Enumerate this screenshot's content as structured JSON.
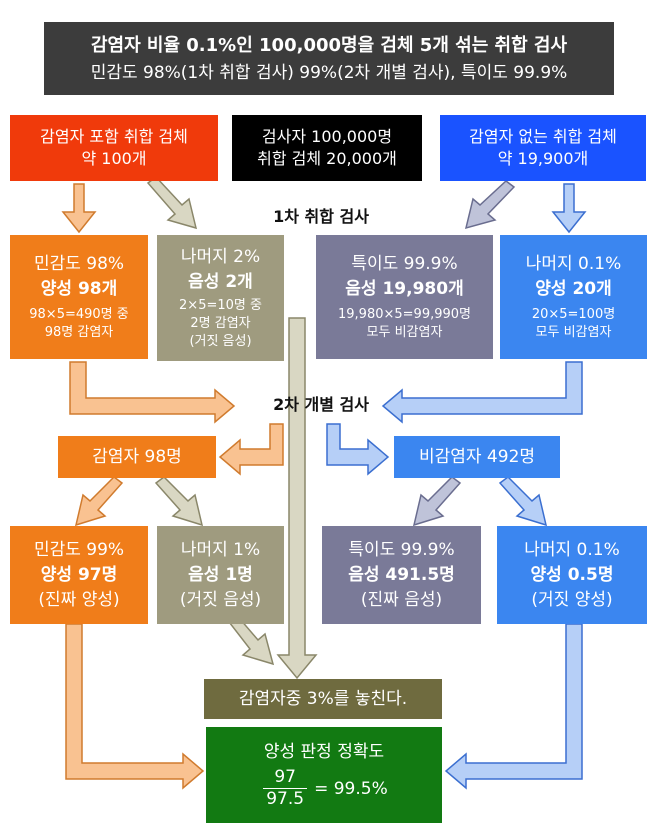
{
  "title": {
    "line1": "감염자 비율 0.1%인 100,000명을 검체 5개 섞는 취합 검사",
    "line2": "민감도 98%(1차 취합 검사) 99%(2차 개별 검사), 특이도 99.9%"
  },
  "top": {
    "infected_pools": [
      "감염자 포함 취합 검체",
      "약 100개"
    ],
    "total": [
      "검사자 100,000명",
      "취합 검체 20,000개"
    ],
    "clean_pools": [
      "감염자 없는 취합 검체",
      "약 19,900개"
    ]
  },
  "stage1_label": "1차 취합 검사",
  "stage1": {
    "sens": [
      "민감도 98%",
      "양성 98개",
      "98×5=490명 중",
      "98명 감염자"
    ],
    "rest2": [
      "나머지 2%",
      "음성 2개",
      "2×5=10명 중",
      "2명 감염자",
      "(거짓 음성)"
    ],
    "spec": [
      "특이도 99.9%",
      "음성 19,980개",
      "19,980×5=99,990명",
      "모두 비감염자"
    ],
    "rest01": [
      "나머지 0.1%",
      "양성 20개",
      "20×5=100명",
      "모두 비감염자"
    ]
  },
  "stage2_label": "2차 개별 검사",
  "stage2": {
    "infected": "감염자 98명",
    "noninfected": "비감염자 492명"
  },
  "stage3": {
    "sens": [
      "민감도 99%",
      "양성 97명",
      "(진짜 양성)"
    ],
    "rest1": [
      "나머지 1%",
      "음성 1명",
      "(거짓 음성)"
    ],
    "spec": [
      "특이도 99.9%",
      "음성 491.5명",
      "(진짜 음성)"
    ],
    "rest01": [
      "나머지 0.1%",
      "양성 0.5명",
      "(거짓 양성)"
    ]
  },
  "miss": "감염자중 3%를 놓친다.",
  "accuracy": {
    "label": "양성 판정 정확도",
    "numerator": "97",
    "denominator": "97.5",
    "result": "= 99.5%"
  },
  "colors": {
    "orange": "#f07d1a",
    "red": "#f03a0b",
    "blue": "#1a53ff",
    "light_blue": "#3b86f0",
    "khaki": "#9f9b7f",
    "slate": "#7a7a98",
    "olive": "#6f6b3f",
    "green": "#127a12"
  }
}
